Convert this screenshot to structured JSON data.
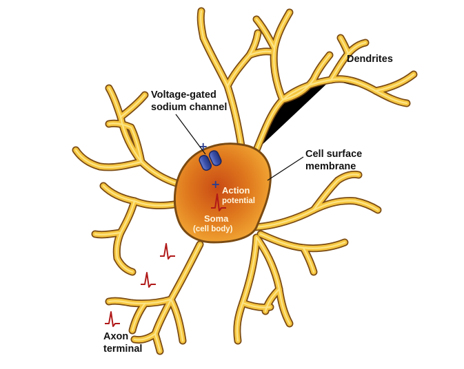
{
  "labels": {
    "channel": [
      "Voltage-gated",
      "sodium channel"
    ],
    "dendrites": "Dendrites",
    "membrane": [
      "Cell surface",
      "membrane"
    ],
    "action": [
      "Action",
      "potential"
    ],
    "soma": [
      "Soma",
      "(cell body)"
    ],
    "axon": [
      "Axon",
      "terminal"
    ],
    "plus": "+"
  },
  "colors": {
    "dendrite_outline": "#7a4a12",
    "dendrite_fill": "#f6c640",
    "dendrite_highlight": "#fff0a0",
    "soma_core": "#d8641a",
    "soma_edge": "#f0a030",
    "channel": "#3a4fa8",
    "spike": "#b01818",
    "text": "#111111"
  },
  "icons": [
    "voltage-gated-sodium-channel-icon",
    "action-potential-spike-icon"
  ]
}
